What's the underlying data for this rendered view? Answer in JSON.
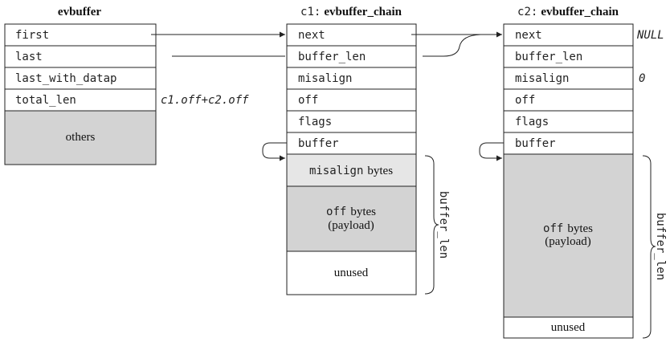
{
  "evbuffer": {
    "title": "evbuffer",
    "fields": [
      "first",
      "last",
      "last_with_datap",
      "total_len"
    ],
    "others": "others",
    "total_len_note": "c1.off+c2.off"
  },
  "c1": {
    "title_prefix": "c1:",
    "title_name": "evbuffer_chain",
    "fields": [
      "next",
      "buffer_len",
      "misalign",
      "off",
      "flags",
      "buffer"
    ],
    "misalign_mono": "misalign",
    "misalign_text": "bytes",
    "off_mono": "off",
    "off_text": "bytes",
    "payload_text": "(payload)",
    "unused": "unused",
    "brace_label": "buffer_len"
  },
  "c2": {
    "title_prefix": "c2:",
    "title_name": "evbuffer_chain",
    "fields": [
      "next",
      "buffer_len",
      "misalign",
      "off",
      "flags",
      "buffer"
    ],
    "next_note": "NULL",
    "misalign_note": "0",
    "off_mono": "off",
    "off_text": "bytes",
    "payload_text": "(payload)",
    "unused": "unused",
    "brace_label": "buffer_len"
  }
}
